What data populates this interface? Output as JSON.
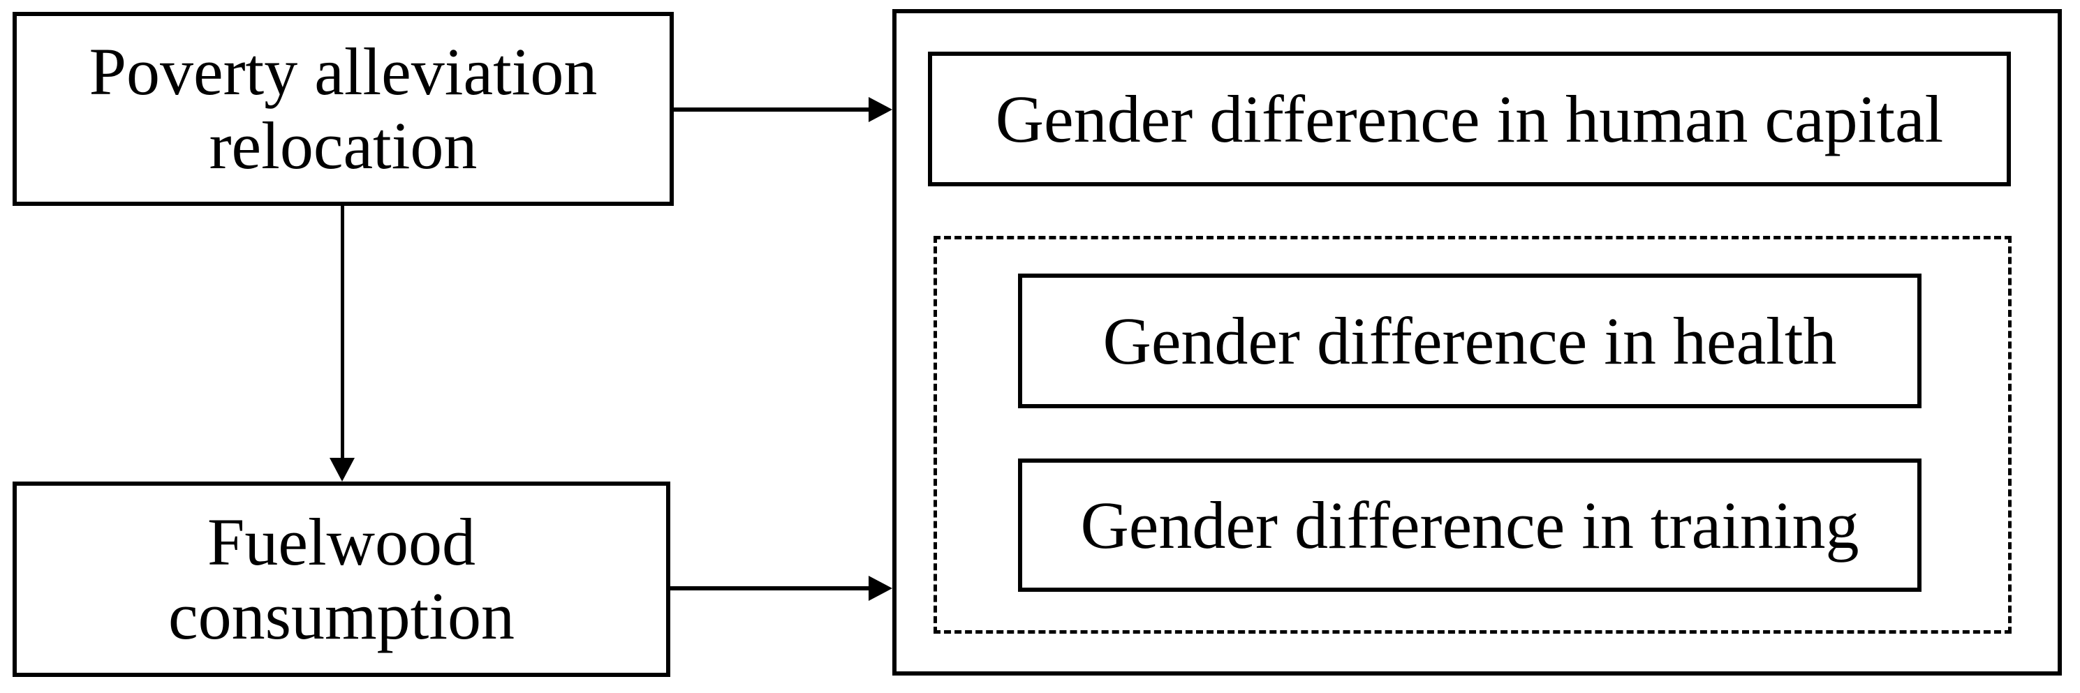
{
  "diagram": {
    "nodes": {
      "poverty": {
        "label": "Poverty alleviation\nrelocation"
      },
      "fuelwood": {
        "label": "Fuelwood\nconsumption"
      },
      "human_capital": {
        "label": "Gender difference in human capital"
      },
      "health": {
        "label": "Gender difference in health"
      },
      "training": {
        "label": "Gender difference in training"
      }
    },
    "groups": {
      "outcomes": {
        "description": "outer solid box grouping all gender-difference outcomes"
      },
      "mediators": {
        "description": "dashed box grouping health and training outcomes"
      }
    },
    "edges": [
      {
        "from": "poverty",
        "to": "outcomes",
        "direction": "right",
        "style": "solid-arrow"
      },
      {
        "from": "poverty",
        "to": "fuelwood",
        "direction": "down",
        "style": "solid-arrow"
      },
      {
        "from": "fuelwood",
        "to": "outcomes",
        "direction": "right",
        "style": "solid-arrow"
      }
    ],
    "colors": {
      "line": "#000000",
      "text": "#000000",
      "background": "#ffffff"
    }
  }
}
